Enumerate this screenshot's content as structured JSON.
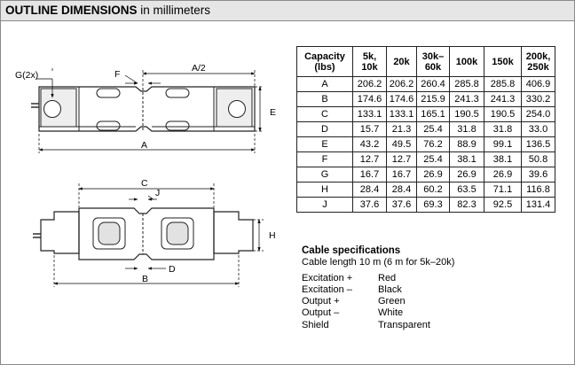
{
  "header": {
    "title_bold": "OUTLINE DIMENSIONS",
    "title_rest": " in millimeters"
  },
  "drawing": {
    "labels": {
      "g": "G(2x)",
      "f": "F",
      "a_half": "A/2",
      "e": "E",
      "a": "A",
      "c": "C",
      "j": "J",
      "h": "H",
      "d": "D",
      "b": "B"
    }
  },
  "table": {
    "headers": [
      [
        "Capacity",
        "(lbs)"
      ],
      [
        "5k,",
        "10k"
      ],
      [
        "20k"
      ],
      [
        "30k–",
        "60k"
      ],
      [
        "100k"
      ],
      [
        "150k"
      ],
      [
        "200k,",
        "250k"
      ]
    ],
    "rows": [
      [
        "A",
        "206.2",
        "206.2",
        "260.4",
        "285.8",
        "285.8",
        "406.9"
      ],
      [
        "B",
        "174.6",
        "174.6",
        "215.9",
        "241.3",
        "241.3",
        "330.2"
      ],
      [
        "C",
        "133.1",
        "133.1",
        "165.1",
        "190.5",
        "190.5",
        "254.0"
      ],
      [
        "D",
        "15.7",
        "21.3",
        "25.4",
        "31.8",
        "31.8",
        "33.0"
      ],
      [
        "E",
        "43.2",
        "49.5",
        "76.2",
        "88.9",
        "99.1",
        "136.5"
      ],
      [
        "F",
        "12.7",
        "12.7",
        "25.4",
        "38.1",
        "38.1",
        "50.8"
      ],
      [
        "G",
        "16.7",
        "16.7",
        "26.9",
        "26.9",
        "26.9",
        "39.6"
      ],
      [
        "H",
        "28.4",
        "28.4",
        "60.2",
        "63.5",
        "71.1",
        "116.8"
      ],
      [
        "J",
        "37.6",
        "37.6",
        "69.3",
        "82.3",
        "92.5",
        "131.4"
      ]
    ]
  },
  "cable": {
    "title": "Cable specifications",
    "length": "Cable length 10 m (6 m for 5k–20k)",
    "wires": [
      {
        "name": "Excitation +",
        "color": "Red"
      },
      {
        "name": "Excitation –",
        "color": "Black"
      },
      {
        "name": "Output +",
        "color": "Green"
      },
      {
        "name": "Output –",
        "color": "White"
      },
      {
        "name": "Shield",
        "color": "Transparent"
      }
    ]
  }
}
